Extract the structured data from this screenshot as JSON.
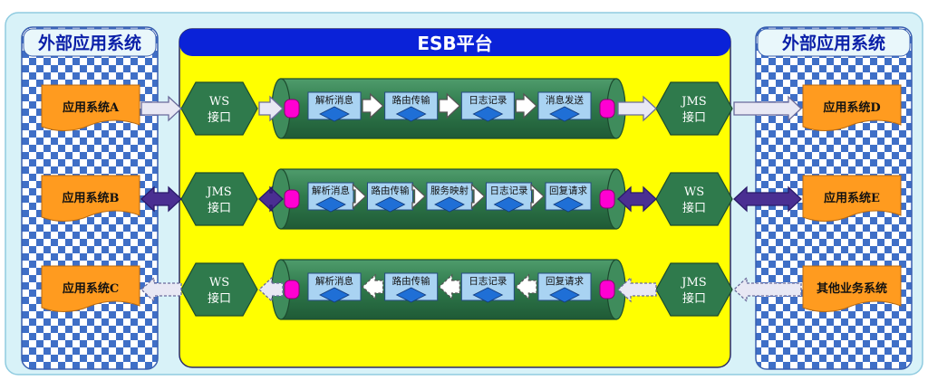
{
  "title": "ESB平台",
  "left_panel": {
    "title": "外部应用系统",
    "systems": [
      "应用系统A",
      "应用系统B",
      "应用系统C"
    ]
  },
  "right_panel": {
    "title": "外部应用系统",
    "systems": [
      "应用系统D",
      "应用系统E",
      "其他业务系统"
    ]
  },
  "rows": [
    {
      "left_interface": [
        "WS",
        "接口"
      ],
      "right_interface": [
        "JMS",
        "接口"
      ],
      "flow": "left-to-right",
      "line_style": "solid",
      "steps": [
        "解析消息",
        "路由传输",
        "日志记录",
        "消息发送"
      ]
    },
    {
      "left_interface": [
        "JMS",
        "接口"
      ],
      "right_interface": [
        "WS",
        "接口"
      ],
      "flow": "bidirectional",
      "line_style": "solid",
      "steps": [
        "解析消息",
        "路由传输",
        "服务映射",
        "日志记录",
        "回复请求"
      ]
    },
    {
      "left_interface": [
        "WS",
        "接口"
      ],
      "right_interface": [
        "JMS",
        "接口"
      ],
      "flow": "right-to-left",
      "line_style": "dashed",
      "steps": [
        "解析消息",
        "路由传输",
        "日志记录",
        "回复请求"
      ]
    }
  ],
  "colors": {
    "outer_bg": "#d8f2f8",
    "checker_light": "#ffffff",
    "checker_dark": "#3f6fc7",
    "header_bar": "#0a22d8",
    "platform_bg": "#ffff00",
    "pipe": "#2f7a4c",
    "interface": "#2f7a4c",
    "step_box": "#a9d3f2",
    "diamond": "#1f6fd6",
    "port": "#ff00d2",
    "system_doc": "#ff9b1f",
    "arrow_dark": "#4a2f92",
    "arrow_light": "#e8e8f4"
  }
}
